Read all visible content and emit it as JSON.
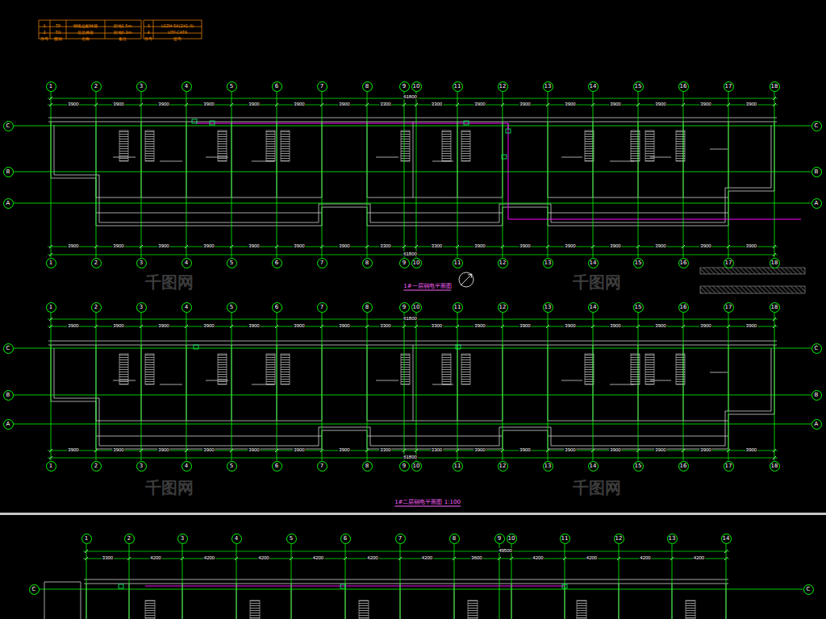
{
  "diagram": {
    "nodes": [
      {
        "text": [
          "1"
        ]
      },
      {
        "text": [
          "2"
        ]
      },
      {
        "text": [
          "3"
        ]
      },
      {
        "text": [
          "4"
        ]
      },
      {
        "text": [
          "5"
        ]
      },
      {
        "text": [
          "6"
        ]
      },
      {
        "text": [
          "7"
        ]
      },
      {
        "text": [
          "8"
        ]
      },
      {
        "text": [
          "9"
        ]
      },
      {
        "text": [
          "10"
        ]
      },
      {
        "text": [
          "11"
        ]
      },
      {
        "text": [
          "12"
        ]
      },
      {
        "text": [
          "13"
        ]
      },
      {
        "text": [
          "14"
        ]
      },
      {
        "text": [
          "15"
        ]
      },
      {
        "text": [
          "16"
        ]
      },
      {
        "text": [
          "17"
        ]
      },
      {
        "text": [
          "18"
        ]
      },
      {
        "text": [
          "C"
        ]
      },
      {
        "text": [
          "B"
        ]
      },
      {
        "text": [
          "A"
        ]
      },
      {
        "text": [
          "C"
        ]
      },
      {
        "text": [
          "B"
        ]
      },
      {
        "text": [
          "A"
        ]
      },
      {
        "text": [
          "1"
        ]
      },
      {
        "text": [
          "2"
        ]
      },
      {
        "text": [
          "3"
        ]
      },
      {
        "text": [
          "4"
        ]
      },
      {
        "text": [
          "5"
        ]
      },
      {
        "text": [
          "6"
        ]
      },
      {
        "text": [
          "7"
        ]
      },
      {
        "text": [
          "8"
        ]
      },
      {
        "text": [
          "9"
        ]
      },
      {
        "text": [
          "10"
        ]
      },
      {
        "text": [
          "11"
        ]
      },
      {
        "text": [
          "12"
        ]
      },
      {
        "text": [
          "13"
        ]
      },
      {
        "text": [
          "14"
        ]
      },
      {
        "text": [
          "15"
        ]
      },
      {
        "text": [
          "16"
        ]
      },
      {
        "text": [
          "17"
        ]
      },
      {
        "text": [
          "18"
        ]
      },
      {
        "text": [
          "1"
        ]
      },
      {
        "text": [
          "2"
        ]
      },
      {
        "text": [
          "3"
        ]
      },
      {
        "text": [
          "4"
        ]
      },
      {
        "text": [
          "5"
        ]
      },
      {
        "text": [
          "6"
        ]
      },
      {
        "text": [
          "7"
        ]
      },
      {
        "text": [
          "8"
        ]
      },
      {
        "text": [
          "9"
        ]
      },
      {
        "text": [
          "10"
        ]
      },
      {
        "text": [
          "11"
        ]
      },
      {
        "text": [
          "12"
        ]
      },
      {
        "text": [
          "13"
        ]
      },
      {
        "text": [
          "14"
        ]
      },
      {
        "text": [
          "15"
        ]
      },
      {
        "text": [
          "16"
        ]
      },
      {
        "text": [
          "17"
        ]
      },
      {
        "text": [
          "18"
        ]
      },
      {
        "text": [
          "C"
        ]
      },
      {
        "text": [
          "B"
        ]
      },
      {
        "text": [
          "A"
        ]
      },
      {
        "text": [
          "C"
        ]
      },
      {
        "text": [
          "B"
        ]
      },
      {
        "text": [
          "A"
        ]
      },
      {
        "text": [
          "1"
        ]
      },
      {
        "text": [
          "2"
        ]
      },
      {
        "text": [
          "3"
        ]
      },
      {
        "text": [
          "4"
        ]
      },
      {
        "text": [
          "5"
        ]
      },
      {
        "text": [
          "6"
        ]
      },
      {
        "text": [
          "7"
        ]
      },
      {
        "text": [
          "8"
        ]
      },
      {
        "text": [
          "9"
        ]
      },
      {
        "text": [
          "10"
        ]
      },
      {
        "text": [
          "11"
        ]
      },
      {
        "text": [
          "12"
        ]
      },
      {
        "text": [
          "13"
        ]
      },
      {
        "text": [
          "14"
        ]
      },
      {
        "text": [
          "15"
        ]
      },
      {
        "text": [
          "16"
        ]
      },
      {
        "text": [
          "17"
        ]
      },
      {
        "text": [
          "18"
        ]
      },
      {
        "text": [
          "1"
        ]
      },
      {
        "text": [
          "2"
        ]
      },
      {
        "text": [
          "3"
        ]
      },
      {
        "text": [
          "4"
        ]
      },
      {
        "text": [
          "5"
        ]
      },
      {
        "text": [
          "6"
        ]
      },
      {
        "text": [
          "7"
        ]
      },
      {
        "text": [
          "8"
        ]
      },
      {
        "text": [
          "9"
        ]
      },
      {
        "text": [
          "10"
        ]
      },
      {
        "text": [
          "11"
        ]
      },
      {
        "text": [
          "12"
        ]
      },
      {
        "text": [
          "13"
        ]
      },
      {
        "text": [
          "14"
        ]
      },
      {
        "text": [
          "C"
        ]
      },
      {
        "text": [
          "C"
        ]
      }
    ],
    "edges": [
      {
        "from": 0,
        "to": 24,
        "arrow": "none"
      },
      {
        "from": 1,
        "to": 25,
        "arrow": "none"
      },
      {
        "from": 2,
        "to": 26,
        "arrow": "none"
      },
      {
        "from": 3,
        "to": 27,
        "arrow": "none"
      },
      {
        "from": 4,
        "to": 28,
        "arrow": "none"
      },
      {
        "from": 5,
        "to": 29,
        "arrow": "none"
      },
      {
        "from": 6,
        "to": 30,
        "arrow": "none"
      },
      {
        "from": 7,
        "to": 31,
        "arrow": "none"
      },
      {
        "from": 8,
        "to": 32,
        "arrow": "none"
      },
      {
        "from": 9,
        "to": 33,
        "arrow": "none"
      },
      {
        "from": 10,
        "to": 34,
        "arrow": "none"
      },
      {
        "from": 11,
        "to": 35,
        "arrow": "none"
      },
      {
        "from": 12,
        "to": 36,
        "arrow": "none"
      },
      {
        "from": 13,
        "to": 37,
        "arrow": "none"
      },
      {
        "from": 14,
        "to": 38,
        "arrow": "none"
      },
      {
        "from": 15,
        "to": 39,
        "arrow": "none"
      },
      {
        "from": 16,
        "to": 40,
        "arrow": "none"
      },
      {
        "from": 17,
        "to": 41,
        "arrow": "none"
      },
      {
        "from": 18,
        "to": 21,
        "arrow": "none"
      },
      {
        "from": 19,
        "to": 22,
        "arrow": "none"
      },
      {
        "from": 20,
        "to": 23,
        "arrow": "none"
      },
      {
        "from": 42,
        "to": 66,
        "arrow": "none"
      },
      {
        "from": 43,
        "to": 67,
        "arrow": "none"
      },
      {
        "from": 44,
        "to": 68,
        "arrow": "none"
      },
      {
        "from": 45,
        "to": 69,
        "arrow": "none"
      },
      {
        "from": 46,
        "to": 70,
        "arrow": "none"
      },
      {
        "from": 47,
        "to": 71,
        "arrow": "none"
      },
      {
        "from": 48,
        "to": 72,
        "arrow": "none"
      },
      {
        "from": 49,
        "to": 73,
        "arrow": "none"
      },
      {
        "from": 50,
        "to": 74,
        "arrow": "none"
      },
      {
        "from": 51,
        "to": 75,
        "arrow": "none"
      },
      {
        "from": 52,
        "to": 76,
        "arrow": "none"
      },
      {
        "from": 53,
        "to": 77,
        "arrow": "none"
      },
      {
        "from": 54,
        "to": 78,
        "arrow": "none"
      },
      {
        "from": 55,
        "to": 79,
        "arrow": "none"
      },
      {
        "from": 56,
        "to": 80,
        "arrow": "none"
      },
      {
        "from": 57,
        "to": 81,
        "arrow": "none"
      },
      {
        "from": 58,
        "to": 82,
        "arrow": "none"
      },
      {
        "from": 59,
        "to": 83,
        "arrow": "none"
      },
      {
        "from": 60,
        "to": 63,
        "arrow": "none"
      },
      {
        "from": 61,
        "to": 64,
        "arrow": "none"
      },
      {
        "from": 62,
        "to": 65,
        "arrow": "none"
      },
      {
        "from": 98,
        "to": 99,
        "arrow": "none"
      }
    ],
    "labels": [
      "1#一层弱电平面图",
      "1#二层弱电平面图 1:100",
      "3900",
      "3900",
      "3900",
      "3900",
      "3900",
      "3900",
      "3900",
      "3300",
      "3300",
      "3900",
      "3900",
      "3900",
      "3900",
      "3900",
      "3900",
      "3900",
      "3900",
      "3900",
      "3900",
      "3900",
      "3900",
      "3900",
      "3900",
      "3300",
      "3300",
      "3900",
      "3900",
      "3900",
      "3900",
      "3900",
      "3900",
      "3900",
      "3900",
      "3900",
      "3900",
      "3900",
      "3900",
      "3900",
      "3900",
      "3300",
      "3300",
      "3900",
      "3900",
      "3900",
      "3900",
      "3900",
      "3900",
      "3900",
      "3900",
      "3900",
      "3900",
      "3900",
      "3900",
      "3900",
      "3900",
      "3300",
      "3300",
      "3900",
      "3900",
      "3900",
      "3900",
      "3900",
      "3900",
      "3900",
      "3300",
      "4200",
      "4200",
      "4200",
      "4200",
      "4200",
      "4200",
      "3600",
      "4200",
      "4200",
      "4200",
      "4200",
      "61800",
      "61800",
      "61800",
      "61800",
      "49500",
      "1",
      "TP",
      "弱电总配线箱",
      "距地1.5m",
      "2",
      "TO",
      "信息插座",
      "距地0.3m",
      "序号",
      "图例",
      "名称",
      "备注",
      "3",
      "LSZH-5X(2X1.0)",
      "4",
      "UTP-CAT6",
      "序号",
      "型号",
      "千图网",
      "千图网",
      "千图网",
      "千图网"
    ]
  }
}
